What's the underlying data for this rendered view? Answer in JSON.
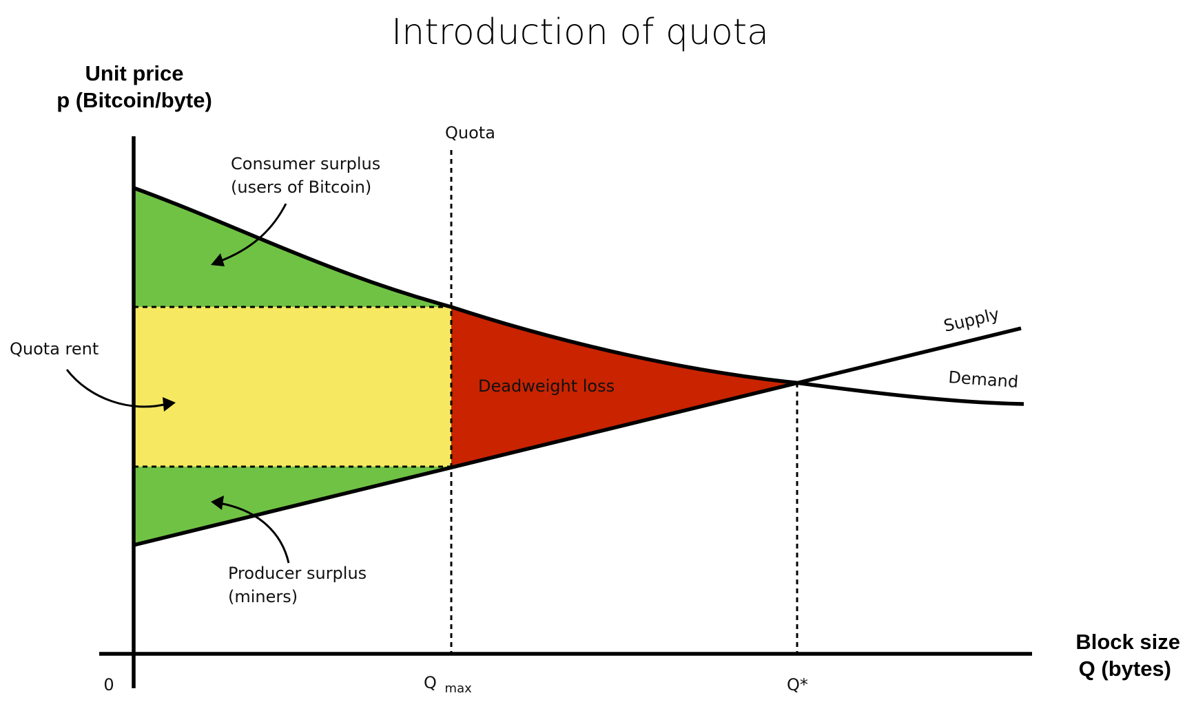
{
  "title": "Introduction of quota",
  "y_axis_title": [
    "Unit price",
    "p (Bitcoin/byte)"
  ],
  "x_axis_title": [
    "Block size",
    "Q (bytes)"
  ],
  "origin_label": "0",
  "quota_line_label": "Quota",
  "qmax_label": {
    "main": "Q",
    "sub": "max"
  },
  "qstar_label": "Q*",
  "supply_label": "Supply",
  "demand_label": "Demand",
  "consumer_surplus": [
    "Consumer surplus",
    "(users of Bitcoin)"
  ],
  "producer_surplus": [
    "Producer surplus",
    "(miners)"
  ],
  "quota_rent": "Quota rent",
  "deadweight_loss": "Deadweight loss",
  "colors": {
    "consumer_surplus": "#70c244",
    "producer_surplus": "#70c244",
    "quota_rent": "#f6e961",
    "deadweight_loss": "#c92300",
    "lines": "#000000"
  }
}
